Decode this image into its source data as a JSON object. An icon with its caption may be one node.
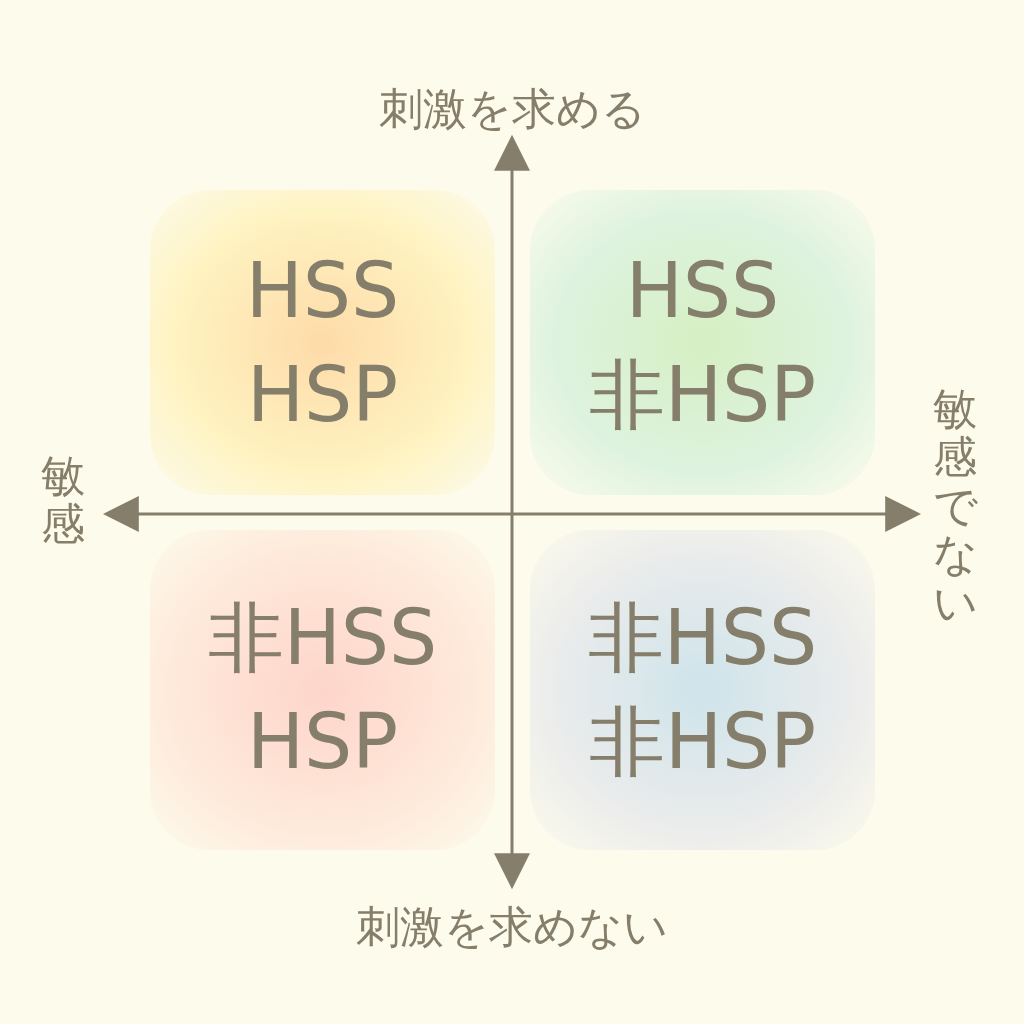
{
  "diagram": {
    "nodes": [
      {
        "text": [
          "HSS",
          "HSP"
        ]
      },
      {
        "text": [
          "HSS",
          "非HSP"
        ]
      },
      {
        "text": [
          "非HSS",
          "HSP"
        ]
      },
      {
        "text": [
          "非HSS",
          "非HSP"
        ]
      }
    ],
    "labels": [
      "刺激を求める",
      "敏感",
      "敏感でない",
      "刺激を求めない"
    ]
  }
}
